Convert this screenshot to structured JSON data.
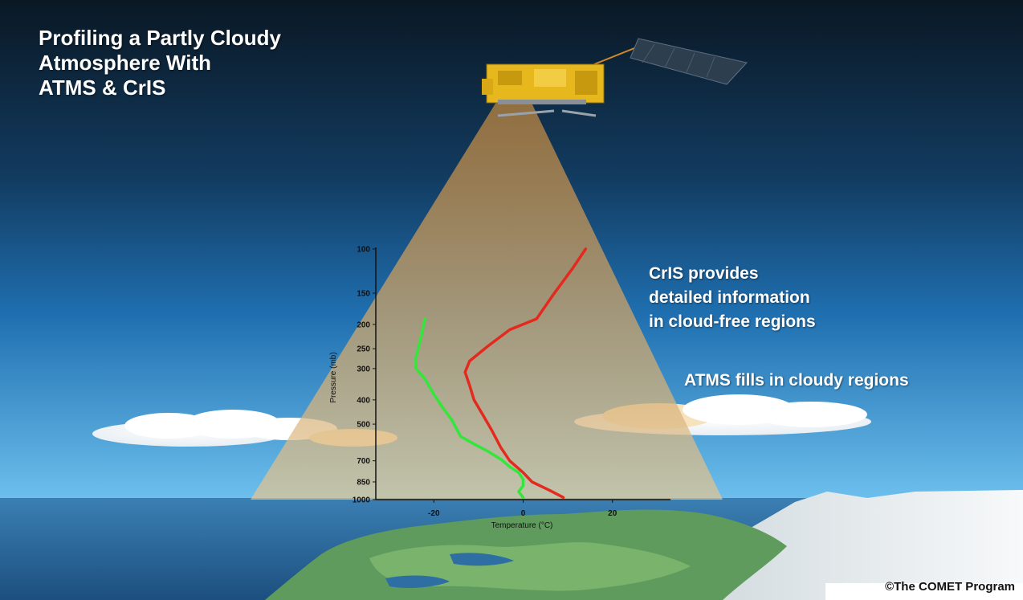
{
  "title_lines": [
    "Profiling a Partly Cloudy",
    "Atmosphere With",
    "ATMS & CrIS"
  ],
  "cris_note_lines": [
    "CrIS provides",
    "detailed information",
    "in cloud-free regions"
  ],
  "atms_note": "ATMS fills in cloudy regions",
  "credit": "©The COMET Program",
  "colors": {
    "sky_top": "#0a1824",
    "sky_mid": "#1a5f9e",
    "sky_bottom": "#5cb6ec",
    "ocean": "#2e6fa3",
    "beam": "#d9a865",
    "satellite_body": "#e6b81e",
    "temperature_line": "#e42a1f",
    "dewpoint_line": "#33e63a",
    "credit_bg": "#ffffff"
  },
  "chart_data": {
    "type": "line",
    "title": "",
    "xlabel": "Temperature (°C)",
    "ylabel": "Pressure (mb)",
    "x_scale": "linear",
    "y_scale": "log",
    "y_inverted": true,
    "xlim": [
      -33,
      33
    ],
    "ylim": [
      1000,
      100
    ],
    "x_ticks": [
      "-20",
      "0",
      "20"
    ],
    "x_tick_values": [
      -20,
      0,
      20
    ],
    "y_ticks": [
      "100",
      "150",
      "200",
      "250",
      "300",
      "400",
      "500",
      "700",
      "850",
      "1000"
    ],
    "y_tick_values": [
      100,
      150,
      200,
      250,
      300,
      400,
      500,
      700,
      850,
      1000
    ],
    "grid": false,
    "series": [
      {
        "color": "#e42a1f",
        "points": [
          [
            14,
            100
          ],
          [
            11,
            120
          ],
          [
            7,
            150
          ],
          [
            3,
            190
          ],
          [
            -3,
            210
          ],
          [
            -8,
            245
          ],
          [
            -12,
            280
          ],
          [
            -13,
            310
          ],
          [
            -12,
            350
          ],
          [
            -11,
            400
          ],
          [
            -9,
            460
          ],
          [
            -7,
            530
          ],
          [
            -5,
            620
          ],
          [
            -3,
            700
          ],
          [
            0,
            780
          ],
          [
            2,
            850
          ],
          [
            6,
            920
          ],
          [
            9,
            980
          ]
        ]
      },
      {
        "color": "#33e63a",
        "points": [
          [
            -22,
            190
          ],
          [
            -23,
            230
          ],
          [
            -24,
            270
          ],
          [
            -24,
            300
          ],
          [
            -22,
            330
          ],
          [
            -20,
            380
          ],
          [
            -18,
            430
          ],
          [
            -16,
            480
          ],
          [
            -14,
            560
          ],
          [
            -11,
            600
          ],
          [
            -8,
            640
          ],
          [
            -5,
            690
          ],
          [
            -3,
            740
          ],
          [
            -1,
            780
          ],
          [
            0,
            830
          ],
          [
            0,
            880
          ],
          [
            -1,
            930
          ],
          [
            0,
            980
          ]
        ]
      }
    ]
  }
}
